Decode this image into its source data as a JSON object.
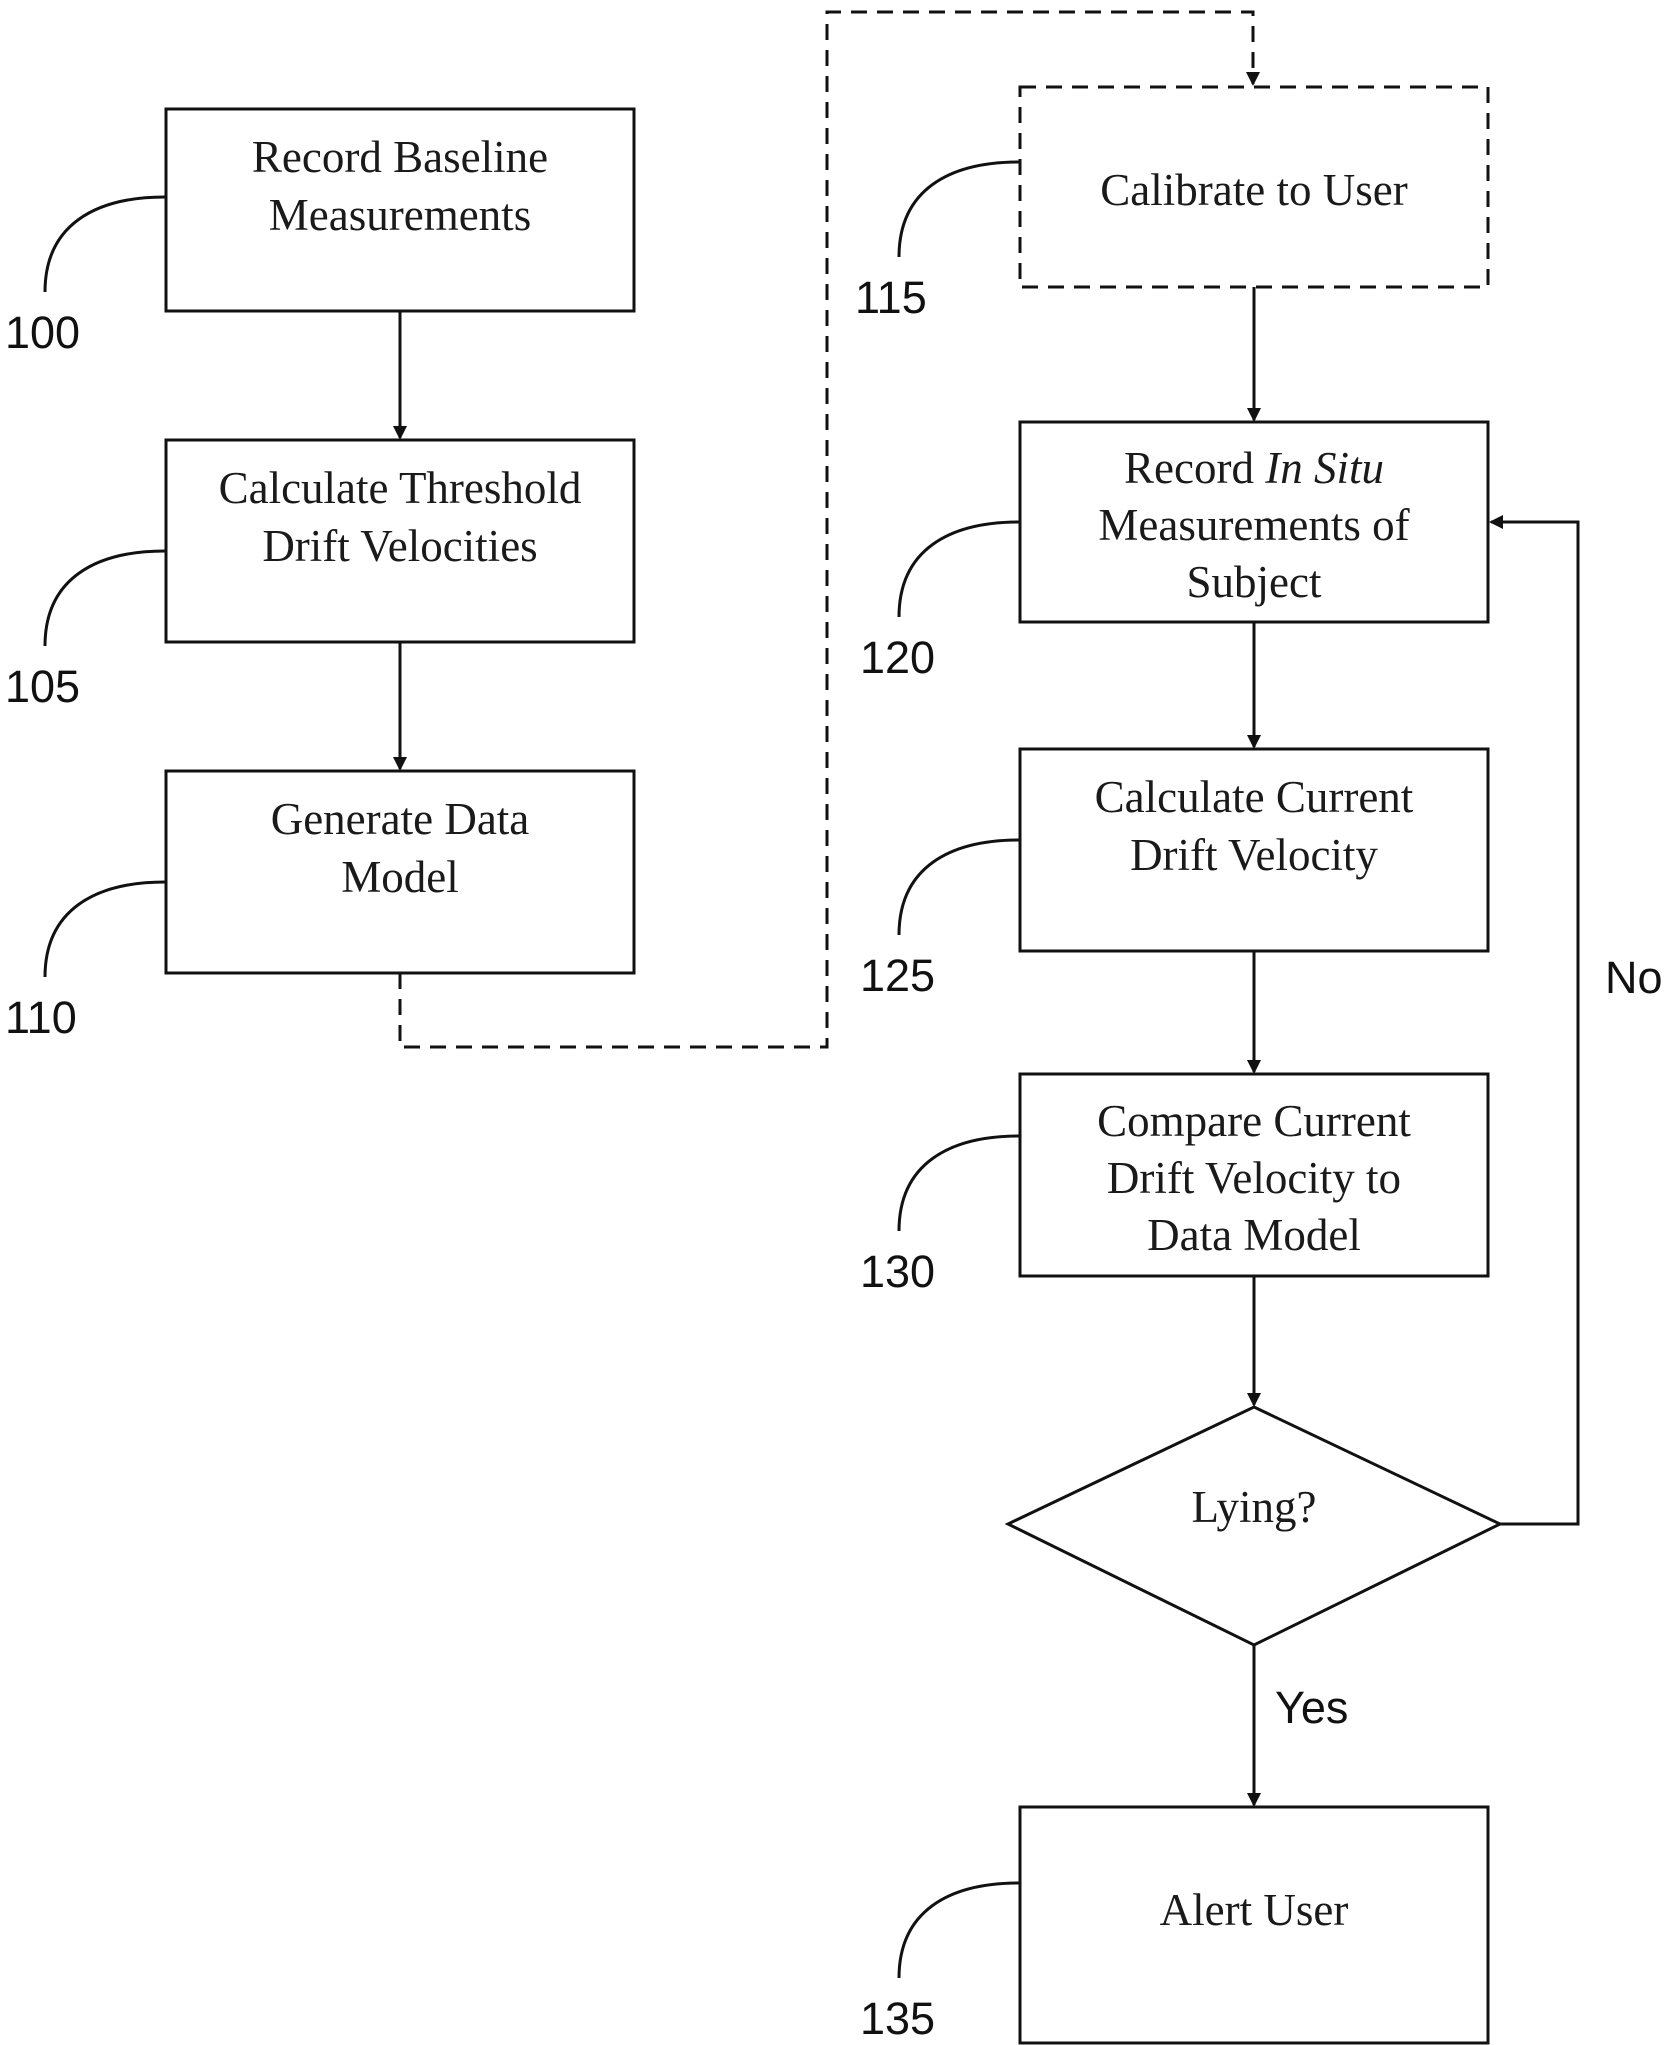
{
  "steps": {
    "s100": {
      "lines": [
        "Record Baseline",
        "Measurements"
      ],
      "ref": "100"
    },
    "s105": {
      "lines": [
        "Calculate Threshold",
        "Drift Velocities"
      ],
      "ref": "105"
    },
    "s110": {
      "lines": [
        "Generate Data",
        "Model"
      ],
      "ref": "110"
    },
    "s115": {
      "lines": [
        "Calibrate to User"
      ],
      "ref": "115",
      "optional": true
    },
    "s120": {
      "line1_prefix": "Record ",
      "line1_italic": "In Situ",
      "lines_rest": [
        "Measurements of",
        "Subject"
      ],
      "ref": "120"
    },
    "s125": {
      "lines": [
        "Calculate Current",
        "Drift Velocity"
      ],
      "ref": "125"
    },
    "s130": {
      "lines": [
        "Compare Current",
        "Drift Velocity to",
        "Data Model"
      ],
      "ref": "130"
    },
    "decision": {
      "label": "Lying?"
    },
    "s135": {
      "lines": [
        "Alert User"
      ],
      "ref": "135"
    }
  },
  "edges": {
    "no_label": "No",
    "yes_label": "Yes"
  },
  "colors": {
    "stroke": "#111111",
    "background": "#ffffff"
  }
}
